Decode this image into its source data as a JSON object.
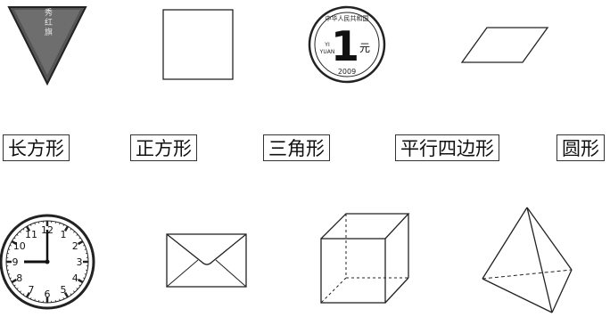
{
  "pennant": {
    "text": "优秀红旗"
  },
  "coin": {
    "ring_text": "中华人民共和国",
    "denomination": "1",
    "unit": "元",
    "romanization_top": "YI",
    "romanization_bottom": "YUAN",
    "year": "2009"
  },
  "labels": [
    "长方形",
    "正方形",
    "三角形",
    "平行四边形",
    "圆形"
  ],
  "clock": {
    "numbers": [
      "12",
      "1",
      "2",
      "3",
      "4",
      "5",
      "6",
      "7",
      "8",
      "9",
      "10",
      "11"
    ]
  }
}
